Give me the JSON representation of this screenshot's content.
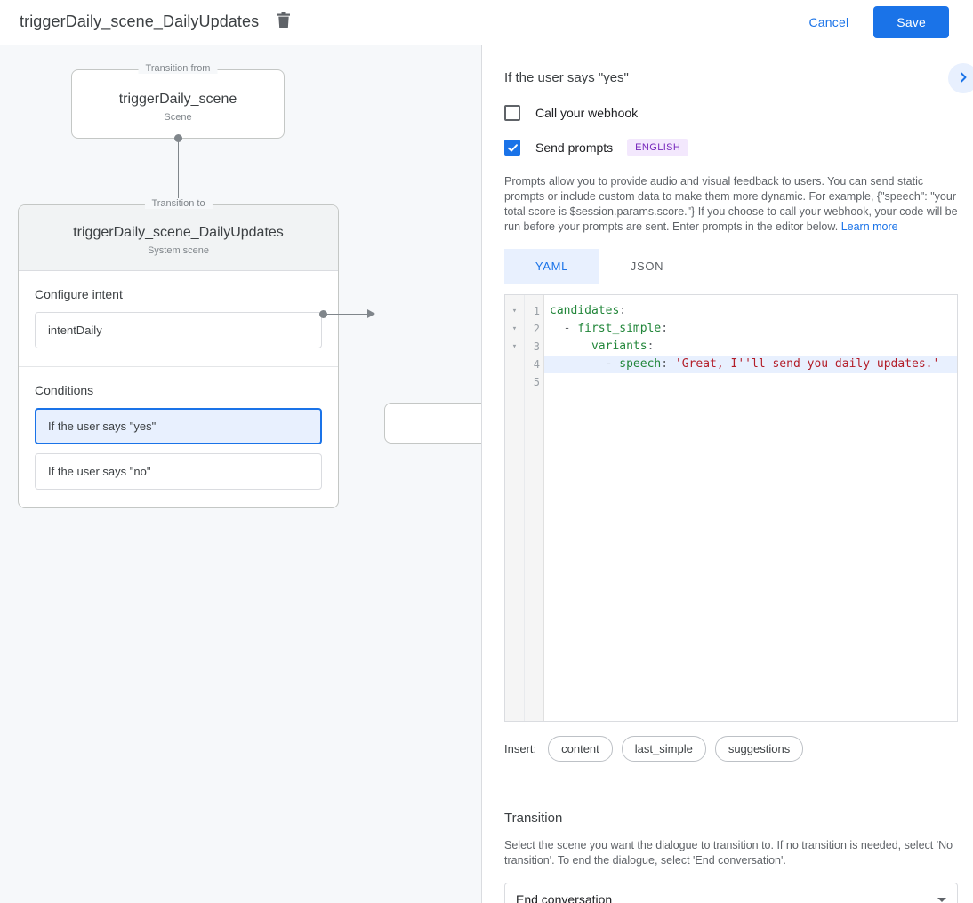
{
  "header": {
    "title": "triggerDaily_scene_DailyUpdates",
    "delete_icon": "trash-icon",
    "cancel_label": "Cancel",
    "save_label": "Save",
    "accent_color": "#1a73e8"
  },
  "graph": {
    "from_legend": "Transition from",
    "from_node": {
      "title": "triggerDaily_scene",
      "subtitle": "Scene"
    },
    "to_legend": "Transition to",
    "to_node": {
      "title": "triggerDaily_scene_DailyUpdates",
      "subtitle": "System scene"
    },
    "intent_section": {
      "label": "Configure intent",
      "value": "intentDaily"
    },
    "conditions_section": {
      "label": "Conditions",
      "items": [
        {
          "label": "If the user says \"yes\"",
          "selected": true
        },
        {
          "label": "If the user says \"no\"",
          "selected": false
        }
      ]
    }
  },
  "panel": {
    "heading": "If the user says \"yes\"",
    "expand_icon": "chevron-right-icon",
    "webhook": {
      "label": "Call your webhook",
      "checked": false
    },
    "prompts": {
      "label": "Send prompts",
      "checked": true,
      "badge": "ENGLISH",
      "badge_bg": "#f3e8fd",
      "badge_color": "#7627bb"
    },
    "description": "Prompts allow you to provide audio and visual feedback to users. You can send static prompts or include custom data to make them more dynamic. For example, {\"speech\": \"your total score is $session.params.score.\"} If you choose to call your webhook, your code will be run before your prompts are sent. Enter prompts in the editor below.",
    "learn_more": "Learn more",
    "tabs": [
      {
        "label": "YAML",
        "active": true
      },
      {
        "label": "JSON",
        "active": false
      }
    ],
    "editor": {
      "line_numbers": [
        "1",
        "2",
        "3",
        "4",
        "5"
      ],
      "fold_markers": [
        "▾",
        "▾",
        "▾",
        "",
        ""
      ],
      "active_line": 4,
      "lines": [
        {
          "n": 1,
          "segments": [
            {
              "t": "candidates",
              "c": "key"
            },
            {
              "t": ":",
              "c": "punc"
            }
          ]
        },
        {
          "n": 2,
          "segments": [
            {
              "t": "  - ",
              "c": "punc"
            },
            {
              "t": "first_simple",
              "c": "key"
            },
            {
              "t": ":",
              "c": "punc"
            }
          ]
        },
        {
          "n": 3,
          "segments": [
            {
              "t": "      ",
              "c": "punc"
            },
            {
              "t": "variants",
              "c": "key"
            },
            {
              "t": ":",
              "c": "punc"
            }
          ]
        },
        {
          "n": 4,
          "segments": [
            {
              "t": "        - ",
              "c": "punc"
            },
            {
              "t": "speech",
              "c": "key"
            },
            {
              "t": ": ",
              "c": "punc"
            },
            {
              "t": "'Great, I''ll send you daily updates.'",
              "c": "str"
            }
          ]
        },
        {
          "n": 5,
          "segments": []
        }
      ]
    },
    "insert": {
      "label": "Insert:",
      "chips": [
        "content",
        "last_simple",
        "suggestions"
      ]
    },
    "transition": {
      "title": "Transition",
      "description": "Select the scene you want the dialogue to transition to. If no transition is needed, select 'No transition'. To end the dialogue, select 'End conversation'.",
      "selected": "End conversation",
      "caret_icon": "chevron-down-icon"
    }
  }
}
